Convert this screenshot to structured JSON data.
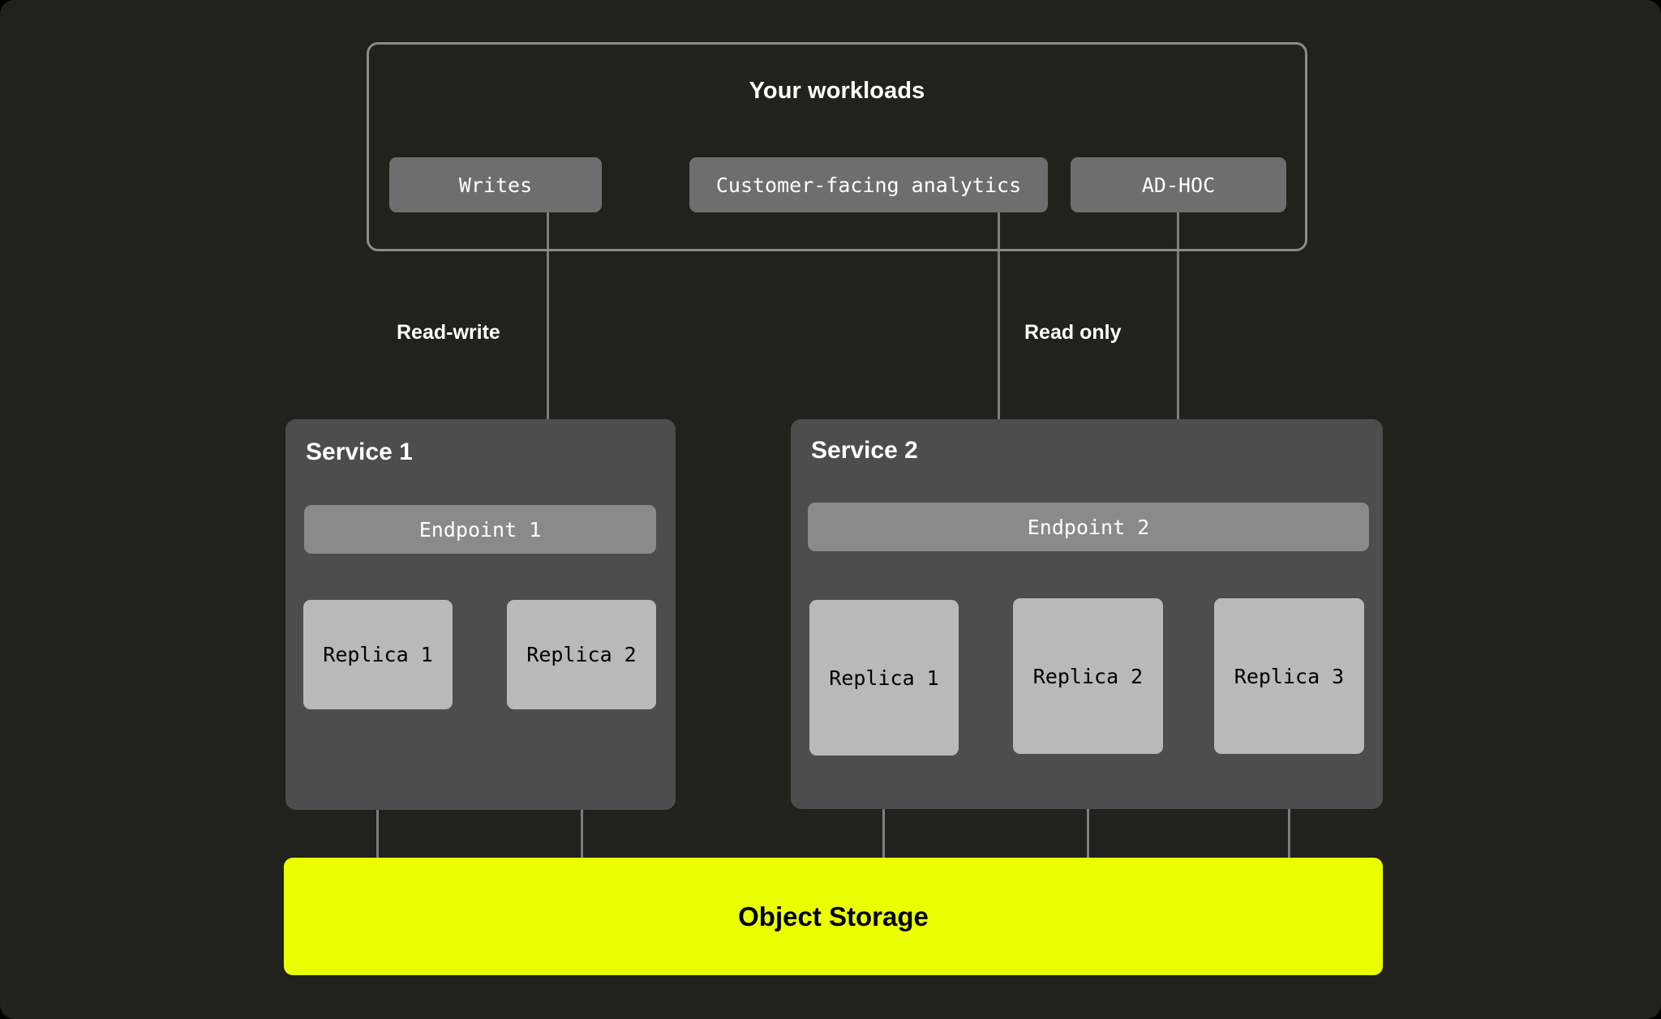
{
  "colors": {
    "page_background": "#000000",
    "card_background": "#21211E",
    "frame_border": "#8b8b8b",
    "workload_box": "#6e6e6e",
    "service_panel": "#4d4d4d",
    "endpoint_bar": "#8a8a8a",
    "replica_box": "#b9b9b9",
    "object_storage": "#EAFF00",
    "connector_line": "#7d7d7d",
    "text_light": "#ffffff",
    "text_dark": "#000000"
  },
  "workloads": {
    "title": "Your workloads",
    "items": [
      {
        "label": "Writes"
      },
      {
        "label": "Customer-facing analytics"
      },
      {
        "label": "AD-HOC"
      }
    ]
  },
  "edges": {
    "read_write_label": "Read-write",
    "read_only_label": "Read only"
  },
  "services": [
    {
      "title": "Service 1",
      "endpoint": "Endpoint 1",
      "replicas": [
        {
          "label": "Replica 1"
        },
        {
          "label": "Replica 2"
        }
      ]
    },
    {
      "title": "Service 2",
      "endpoint": "Endpoint 2",
      "replicas": [
        {
          "label": "Replica 1"
        },
        {
          "label": "Replica 2"
        },
        {
          "label": "Replica 3"
        }
      ]
    }
  ],
  "storage": {
    "label": "Object Storage"
  }
}
